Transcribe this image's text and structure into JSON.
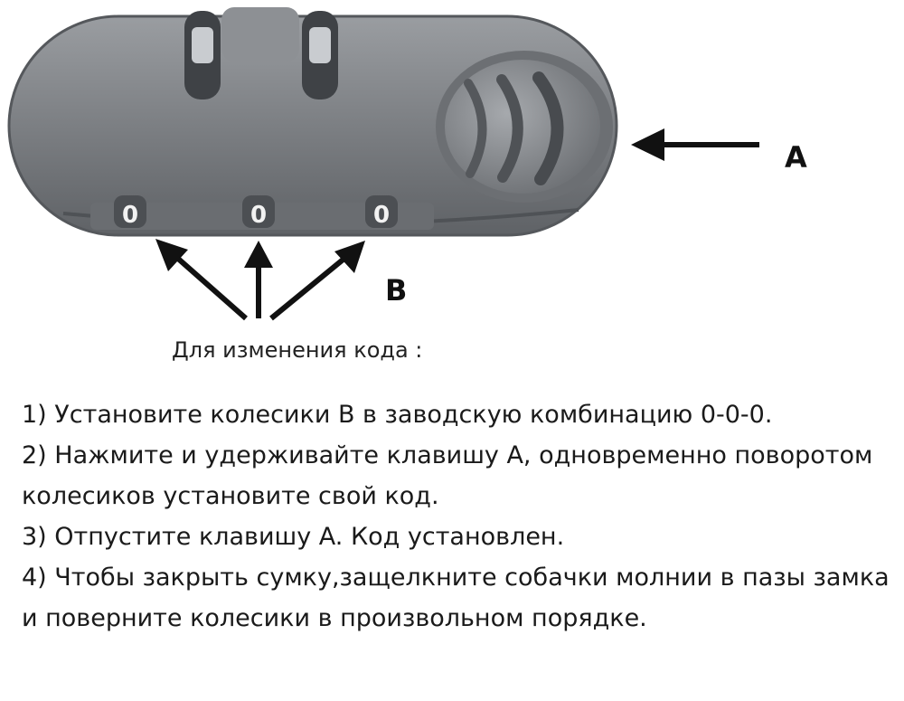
{
  "figure": {
    "label_a": "A",
    "label_b": "B",
    "dial_digits": [
      "0",
      "0",
      "0"
    ],
    "colors": {
      "lock_body": "#7b7e82",
      "lock_dark": "#4a4d51",
      "arrow": "#111111"
    }
  },
  "heading": "Для изменения кода :",
  "steps": [
    "1) Установите колесики B в заводскую комбинацию 0-0-0.",
    "2) Нажмите и удерживайте клавишу A, одновременно поворотом колесиков установите свой код.",
    "3) Отпустите клавишу A. Код установлен.",
    "4) Чтобы закрыть сумку,защелкните собачки молнии в пазы замка и поверните колесики в произвольном порядке."
  ]
}
